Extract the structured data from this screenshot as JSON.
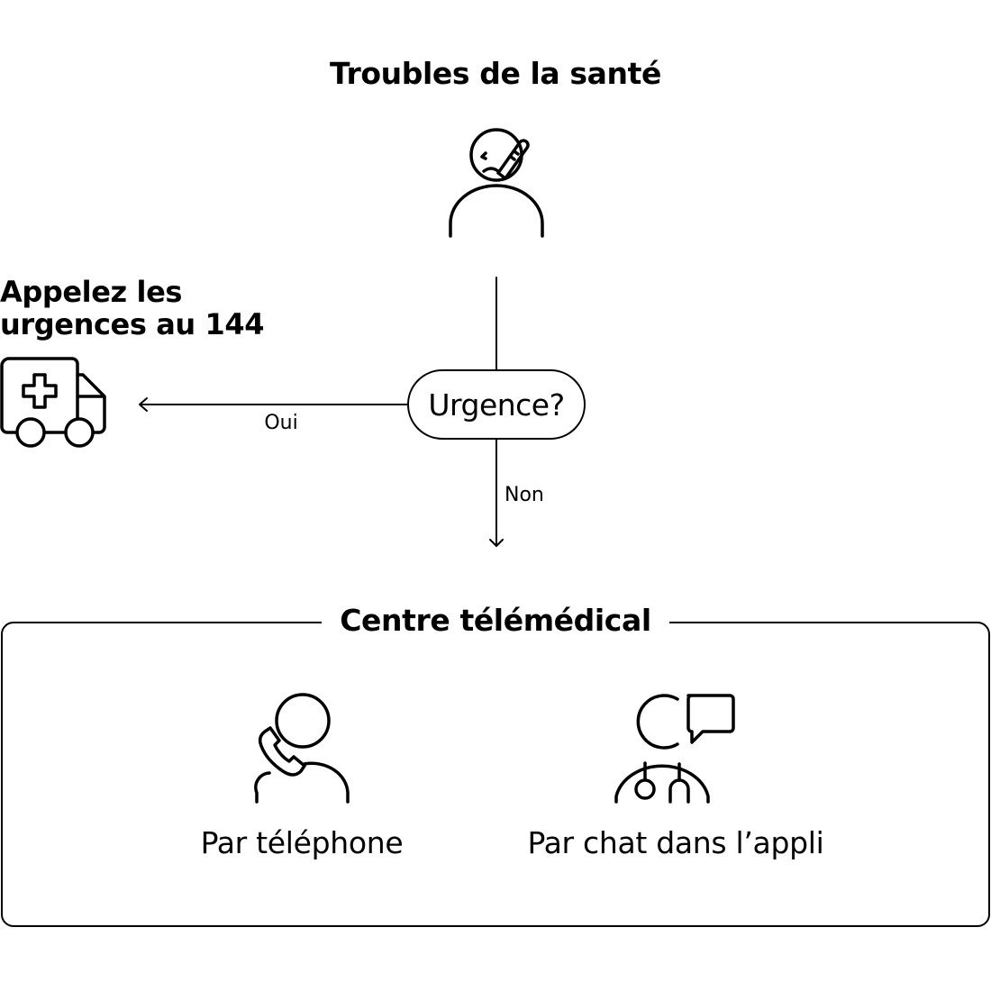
{
  "diagram": {
    "title": "Troubles de la santé",
    "decision": "Urgence?",
    "yes_label": "Oui",
    "no_label": "Non",
    "emergency": {
      "text": "Appelez les\nurgences au 144"
    },
    "telemedicine": {
      "title": "Centre télémédical",
      "options": [
        {
          "label": "Par téléphone",
          "icon": "person-phone-icon"
        },
        {
          "label": "Par chat dans l’appli",
          "icon": "doctor-chat-icon"
        }
      ]
    }
  },
  "icons": {
    "symptom": "sick-person-icon",
    "emergency": "ambulance-icon"
  },
  "colors": {
    "stroke": "#000000",
    "background": "#ffffff"
  }
}
